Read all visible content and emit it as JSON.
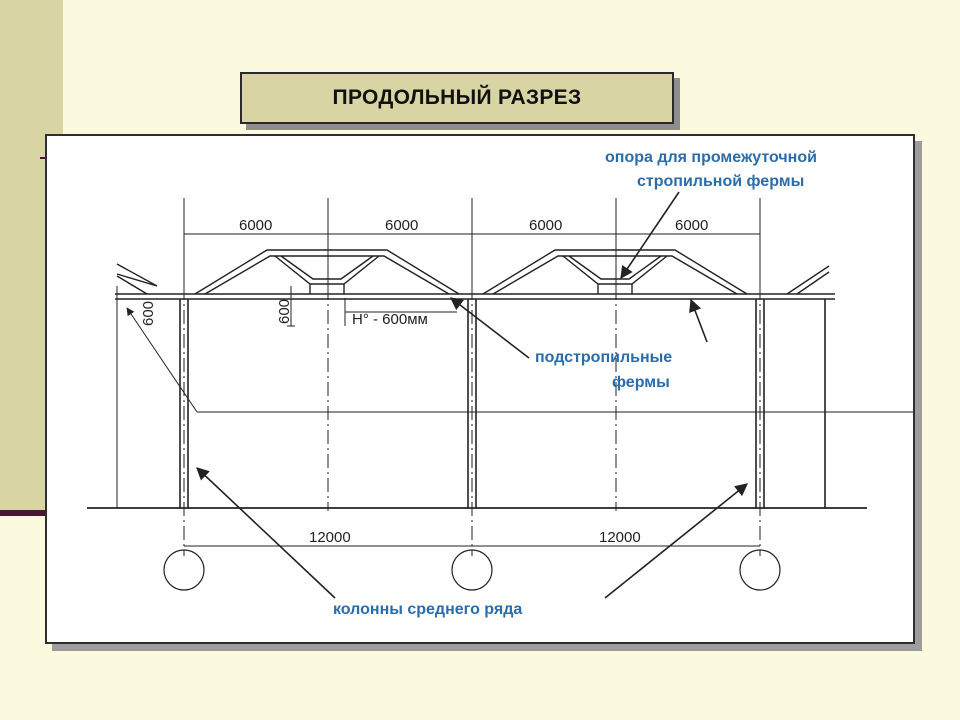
{
  "slide": {
    "title": "ПРОДОЛЬНЫЙ РАЗРЕЗ"
  },
  "drawing": {
    "span_labels": [
      "6000",
      "6000",
      "6000",
      "6000"
    ],
    "bay_labels": [
      "12000",
      "12000"
    ],
    "truss_height_label": "600",
    "column_height_label": "600",
    "height_note": "Н° - 600мм",
    "annotations": {
      "support_line1": "опора для промежуточной",
      "support_line2": "стропильной фермы",
      "sub_trusses_line1": "подстропильные",
      "sub_trusses_line2": "фермы",
      "columns": "колонны среднего ряда"
    },
    "colors": {
      "annotation": "#2b6cab",
      "line": "#222222"
    }
  }
}
